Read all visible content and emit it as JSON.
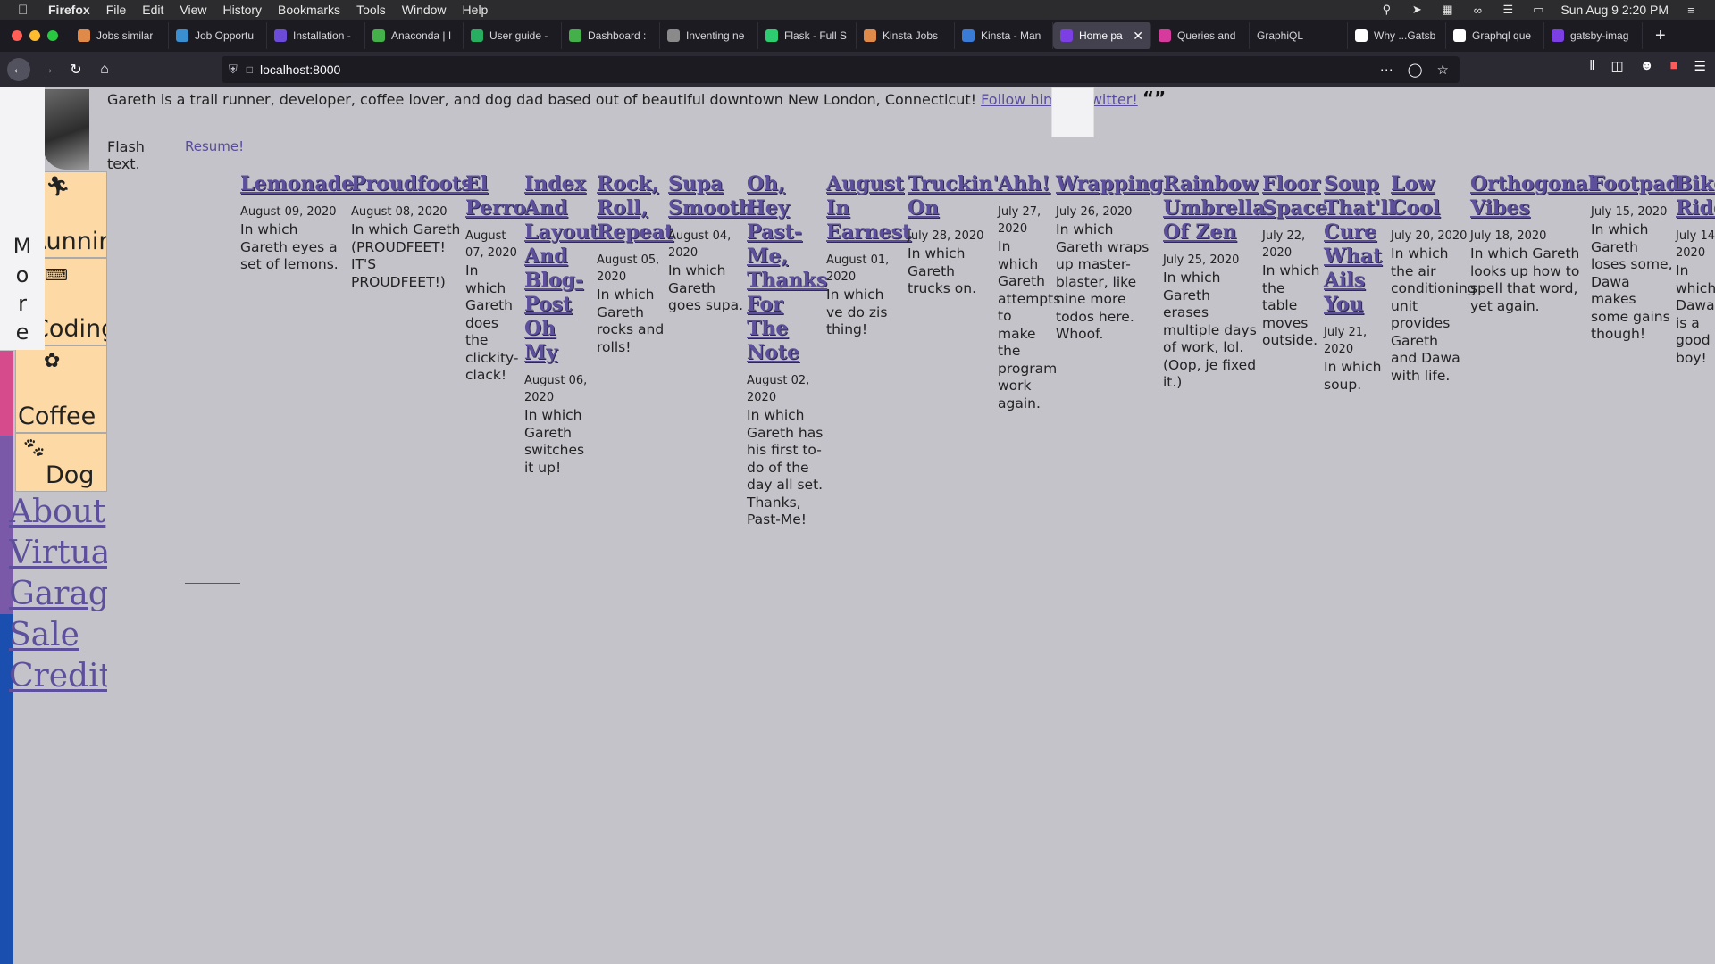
{
  "menubar": {
    "app": "Firefox",
    "menus": [
      "File",
      "Edit",
      "View",
      "History",
      "Bookmarks",
      "Tools",
      "Window",
      "Help"
    ],
    "clock": "Sun Aug 9  2:20 PM"
  },
  "tabs": [
    {
      "label": "Jobs similar",
      "favicon_color": "#e08a4a"
    },
    {
      "label": "Job Opportu",
      "favicon_color": "#3a8fd0"
    },
    {
      "label": "Installation -",
      "favicon_color": "#6b4bd8"
    },
    {
      "label": "Anaconda | I",
      "favicon_color": "#43b049"
    },
    {
      "label": "User guide -",
      "favicon_color": "#27ae60"
    },
    {
      "label": "Dashboard :",
      "favicon_color": "#43b049"
    },
    {
      "label": "Inventing ne",
      "favicon_color": "#8a8a8a"
    },
    {
      "label": "Flask - Full S",
      "favicon_color": "#2ecc71"
    },
    {
      "label": "Kinsta Jobs",
      "favicon_color": "#e08a4a"
    },
    {
      "label": "Kinsta - Man",
      "favicon_color": "#3a7bd5"
    },
    {
      "label": "Home pa",
      "favicon_color": "#7b3fe4",
      "active": true
    },
    {
      "label": "Queries and",
      "favicon_color": "#d63a9c"
    },
    {
      "label": "GraphiQL",
      "favicon_color": ""
    },
    {
      "label": "Why ...Gatsb",
      "favicon_color": "#ffffff"
    },
    {
      "label": "Graphql que",
      "favicon_color": "#ffffff"
    },
    {
      "label": "gatsby-imag",
      "favicon_color": "#7b3fe4"
    }
  ],
  "url": "localhost:8000",
  "intro": {
    "text": "Gareth is a trail runner, developer, coffee lover, and dog dad based out of beautiful downtown New London, Connecticut!",
    "twitter_link": "Follow him on Twitter!",
    "quote_mark": "“”"
  },
  "flash_text": "Flash text.",
  "resume_link": "Resume!",
  "more_label": [
    "M",
    "o",
    "r",
    "e"
  ],
  "nav": [
    {
      "label": "Running",
      "icon": "running-icon"
    },
    {
      "label": "Coding",
      "icon": "laptop-icon"
    },
    {
      "label": "Coffee",
      "icon": "coffee-bean-icon"
    },
    {
      "label": "Dog",
      "icon": "paw-icon"
    }
  ],
  "bignav": [
    "About",
    "Virtual",
    "Garage",
    "Sale",
    "Credits"
  ],
  "posts": [
    {
      "title": "Lemonade",
      "date": "August 09, 2020",
      "excerpt": "In which Gareth eyes a set of lemons."
    },
    {
      "title": "Proudfoots",
      "date": "August 08, 2020",
      "excerpt": "In which Gareth (PROUDFEET! IT'S PROUDFEET!)"
    },
    {
      "title": "El Perro",
      "date": "August 07, 2020",
      "excerpt": "In which Gareth does the clickity-clack!"
    },
    {
      "title": "Index And Layout And Blog-Post Oh My",
      "date": "August 06, 2020",
      "excerpt": "In which Gareth switches it up!"
    },
    {
      "title": "Rock, Roll, Repeat",
      "date": "August 05, 2020",
      "excerpt": "In which Gareth rocks and rolls!"
    },
    {
      "title": "Supa Smooth",
      "date": "August 04, 2020",
      "excerpt": "In which Gareth goes supa."
    },
    {
      "title": "Oh, Hey Past-Me, Thanks For The Note",
      "date": "August 02, 2020",
      "excerpt": "In which Gareth has his first to-do of the day all set. Thanks, Past-Me!"
    },
    {
      "title": "August In Earnest",
      "date": "August 01, 2020",
      "excerpt": "In which ve do zis thing!"
    },
    {
      "title": "Truckin' On",
      "date": "July 28, 2020",
      "excerpt": "In which Gareth trucks on."
    },
    {
      "title": "Ahh!",
      "date": "July 27, 2020",
      "excerpt": "In which Gareth attempts to make the program work again."
    },
    {
      "title": "Wrapping",
      "date": "July 26, 2020",
      "excerpt": "In which Gareth wraps up master-blaster, like nine more todos here. Whoof."
    },
    {
      "title": "Rainbow Umbrella Of Zen",
      "date": "July 25, 2020",
      "excerpt": "In which Gareth erases multiple days of work, lol. (Oop, je fixed it.)"
    },
    {
      "title": "Floor Space",
      "date": "July 22, 2020",
      "excerpt": "In which the table moves outside."
    },
    {
      "title": "Soup That'll Cure What Ails You",
      "date": "July 21, 2020",
      "excerpt": "In which soup."
    },
    {
      "title": "Low Cool",
      "date": "July 20, 2020",
      "excerpt": "In which the air conditioning unit provides Gareth and Dawa with life."
    },
    {
      "title": "Orthogonal Vibes",
      "date": "July 18, 2020",
      "excerpt": "In which Gareth looks up how to spell that word, yet again."
    },
    {
      "title": "Footpad",
      "date": "July 15, 2020",
      "excerpt": "In which Gareth loses some, Dawa makes some gains though!"
    },
    {
      "title": "Bike Ride",
      "date": "July 14, 2020",
      "excerpt": "In which Dawa is a good boy!"
    }
  ],
  "colors": {
    "page_bg": "#c4c3c9",
    "link": "#5d4f9c",
    "nav_box": "#fcd9a5",
    "stripe_pink": "#d64b8c",
    "stripe_purple": "#7a5aa8",
    "stripe_blue": "#1a4fb0"
  }
}
